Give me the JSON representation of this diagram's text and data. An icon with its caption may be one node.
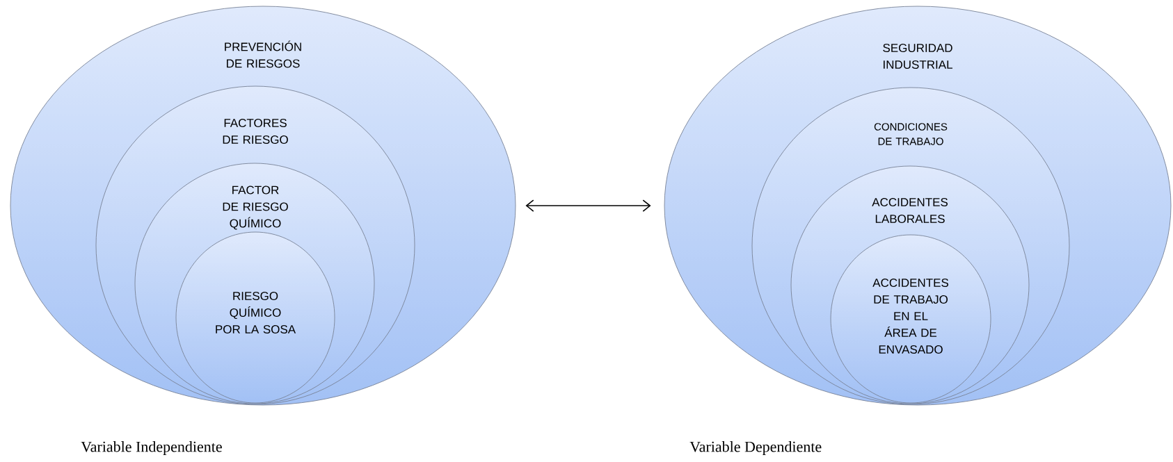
{
  "diagram": {
    "nodes": [
      {
        "text": [
          "PREVENCIÓN DE RIESGOS"
        ]
      },
      {
        "text": [
          "FACTORES DE RIESGO"
        ],
        "in": 0
      },
      {
        "text": [
          "FACTOR DE RIESGO QUÍMICO"
        ],
        "in": 1
      },
      {
        "text": [
          "RIESGO QUÍMICO POR LA SOSA"
        ],
        "in": 2
      },
      {
        "text": [
          "SEGURIDAD INDUSTRIAL"
        ]
      },
      {
        "text": [
          "CONDICIONES DE TRABAJO"
        ],
        "in": 4
      },
      {
        "text": [
          "ACCIDENTES LABORALES"
        ],
        "in": 5
      },
      {
        "text": [
          "ACCIDENTES DE TRABAJO EN EL ÁREA DE ENVASADO"
        ],
        "in": 6
      }
    ],
    "edges": [
      {
        "from": 0,
        "to": 4,
        "arrow": "both"
      }
    ],
    "labels": [
      "Variable Independiente",
      "Variable Dependiente"
    ]
  }
}
